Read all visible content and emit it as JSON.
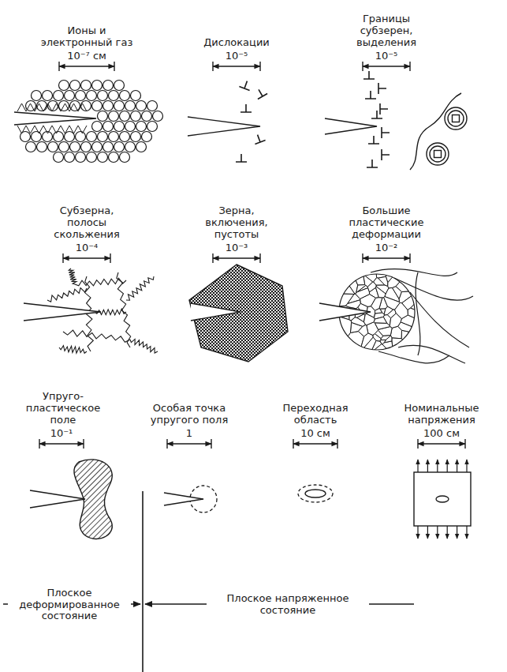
{
  "diagram": {
    "labels": [
      "Ионы и электронный газ",
      "10⁻⁷ см",
      "Дислокации",
      "10⁻⁵",
      "Границы субзерен, выделения",
      "10⁻⁵",
      "Субзерна, полосы скольжения",
      "10⁻⁴",
      "Зерна, включения, пустоты",
      "10⁻³",
      "Большие пластические деформации",
      "10⁻²",
      "Упруго- пластическое поле",
      "10⁻¹",
      "Особая точка упругого поля",
      "1",
      "Переходная область",
      "10 см",
      "Номинальные напряжения",
      "100 см",
      "Плоское деформированное состояние",
      "Плоское напряженное состояние"
    ]
  }
}
